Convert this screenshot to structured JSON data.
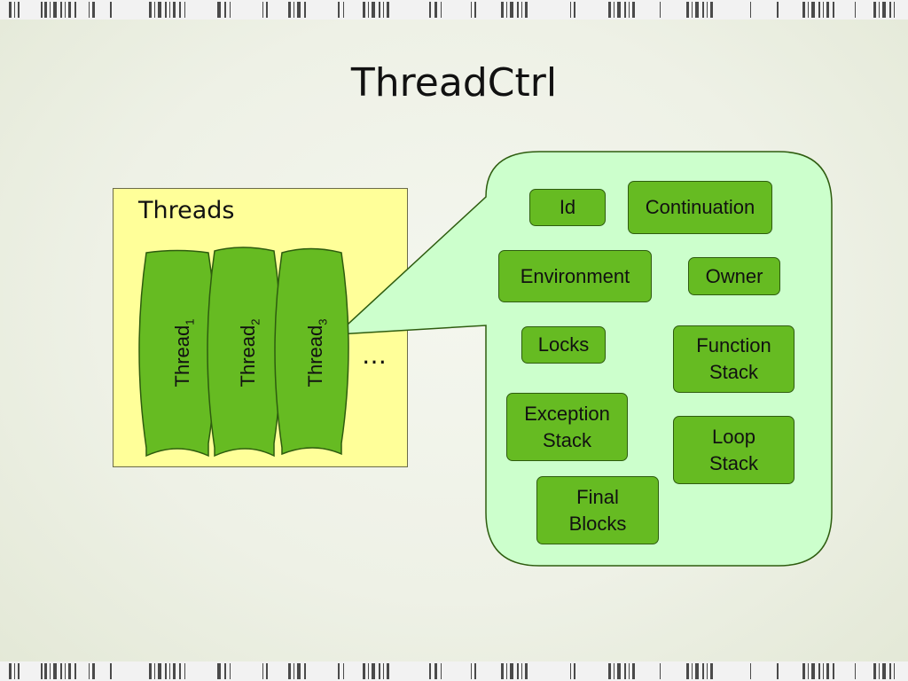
{
  "title": "ThreadCtrl",
  "threads_panel": {
    "label": "Threads",
    "threads": [
      {
        "name": "Thread",
        "index": "1"
      },
      {
        "name": "Thread",
        "index": "2"
      },
      {
        "name": "Thread",
        "index": "3"
      }
    ],
    "more": "…"
  },
  "threadctrl_fields": {
    "id": "Id",
    "continuation": "Continuation",
    "environment": "Environment",
    "owner": "Owner",
    "locks": "Locks",
    "function_stack": "Function\nStack",
    "exception_stack": "Exception\nStack",
    "loop_stack": "Loop\nStack",
    "final_blocks": "Final\nBlocks"
  },
  "colors": {
    "threads_panel_fill": "#ffff99",
    "thread_fill": "#66bb22",
    "callout_fill": "#ccffcc",
    "field_fill": "#66bb22",
    "outline": "#2e5c0f"
  }
}
